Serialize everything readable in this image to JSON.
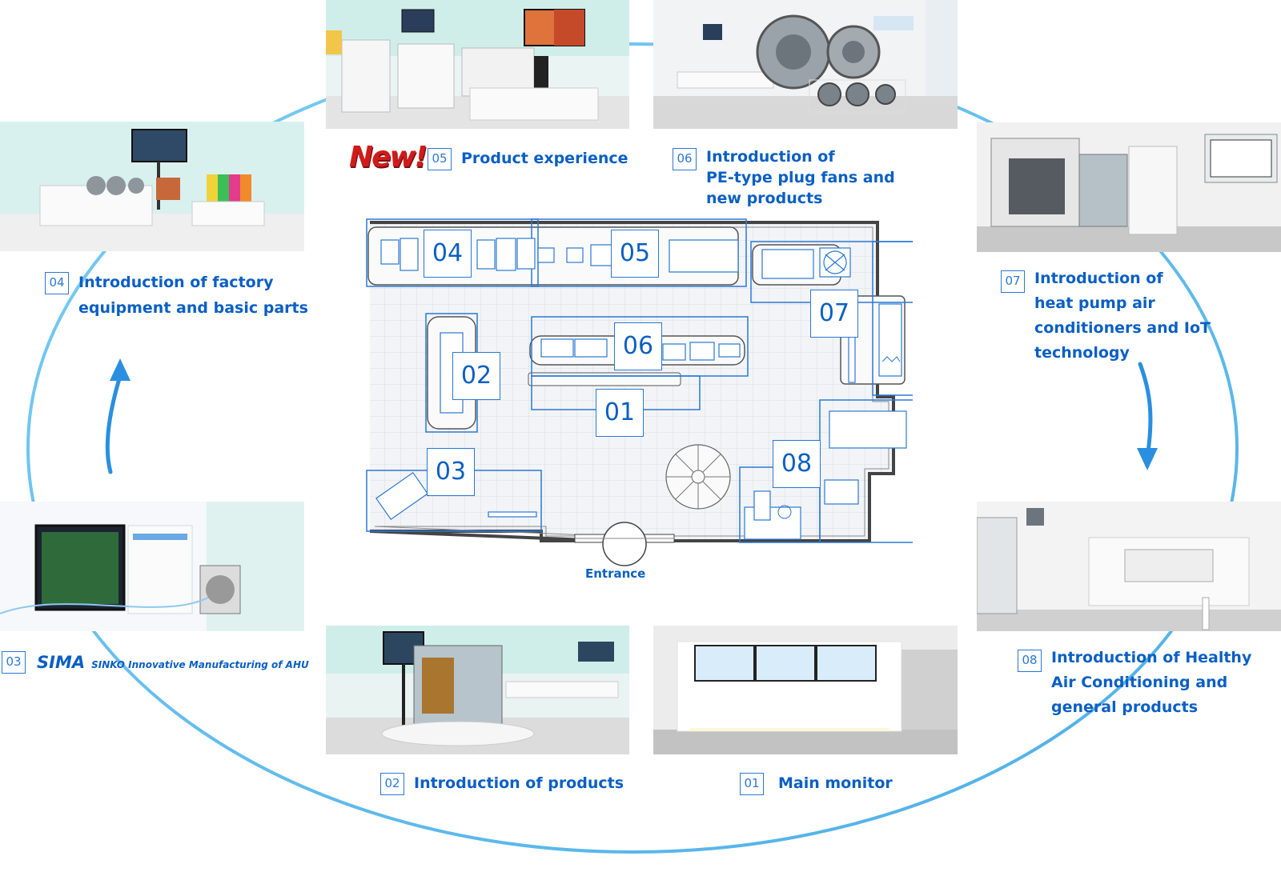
{
  "new_badge": "New!",
  "entrance_label": "Entrance",
  "sections": [
    {
      "num": "01",
      "lines": [
        "Main monitor"
      ]
    },
    {
      "num": "02",
      "lines": [
        "Introduction of products"
      ]
    },
    {
      "num": "03",
      "title": "SIMA",
      "subtitle": "SINKO Innovative Manufacturing of AHU"
    },
    {
      "num": "04",
      "lines": [
        "Introduction of factory",
        "equipment and basic parts"
      ]
    },
    {
      "num": "05",
      "lines": [
        "Product experience"
      ]
    },
    {
      "num": "06",
      "lines": [
        "Introduction of",
        "PE-type plug fans and",
        "new products"
      ]
    },
    {
      "num": "07",
      "lines": [
        "Introduction of",
        "heat pump air",
        "conditioners and IoT",
        "technology"
      ]
    },
    {
      "num": "08",
      "lines": [
        "Introduction of Healthy",
        "Air Conditioning and",
        "general products"
      ]
    }
  ],
  "zones": [
    "01",
    "02",
    "03",
    "04",
    "05",
    "06",
    "07",
    "08"
  ],
  "colors": {
    "accent": "#0a5fc4",
    "outline": "#2a78d6",
    "ring": "#58b8ec",
    "new": "#d11b1b"
  },
  "icons": [
    "fan-icon",
    "stairs-icon",
    "up-arrow-icon",
    "down-arrow-icon"
  ]
}
